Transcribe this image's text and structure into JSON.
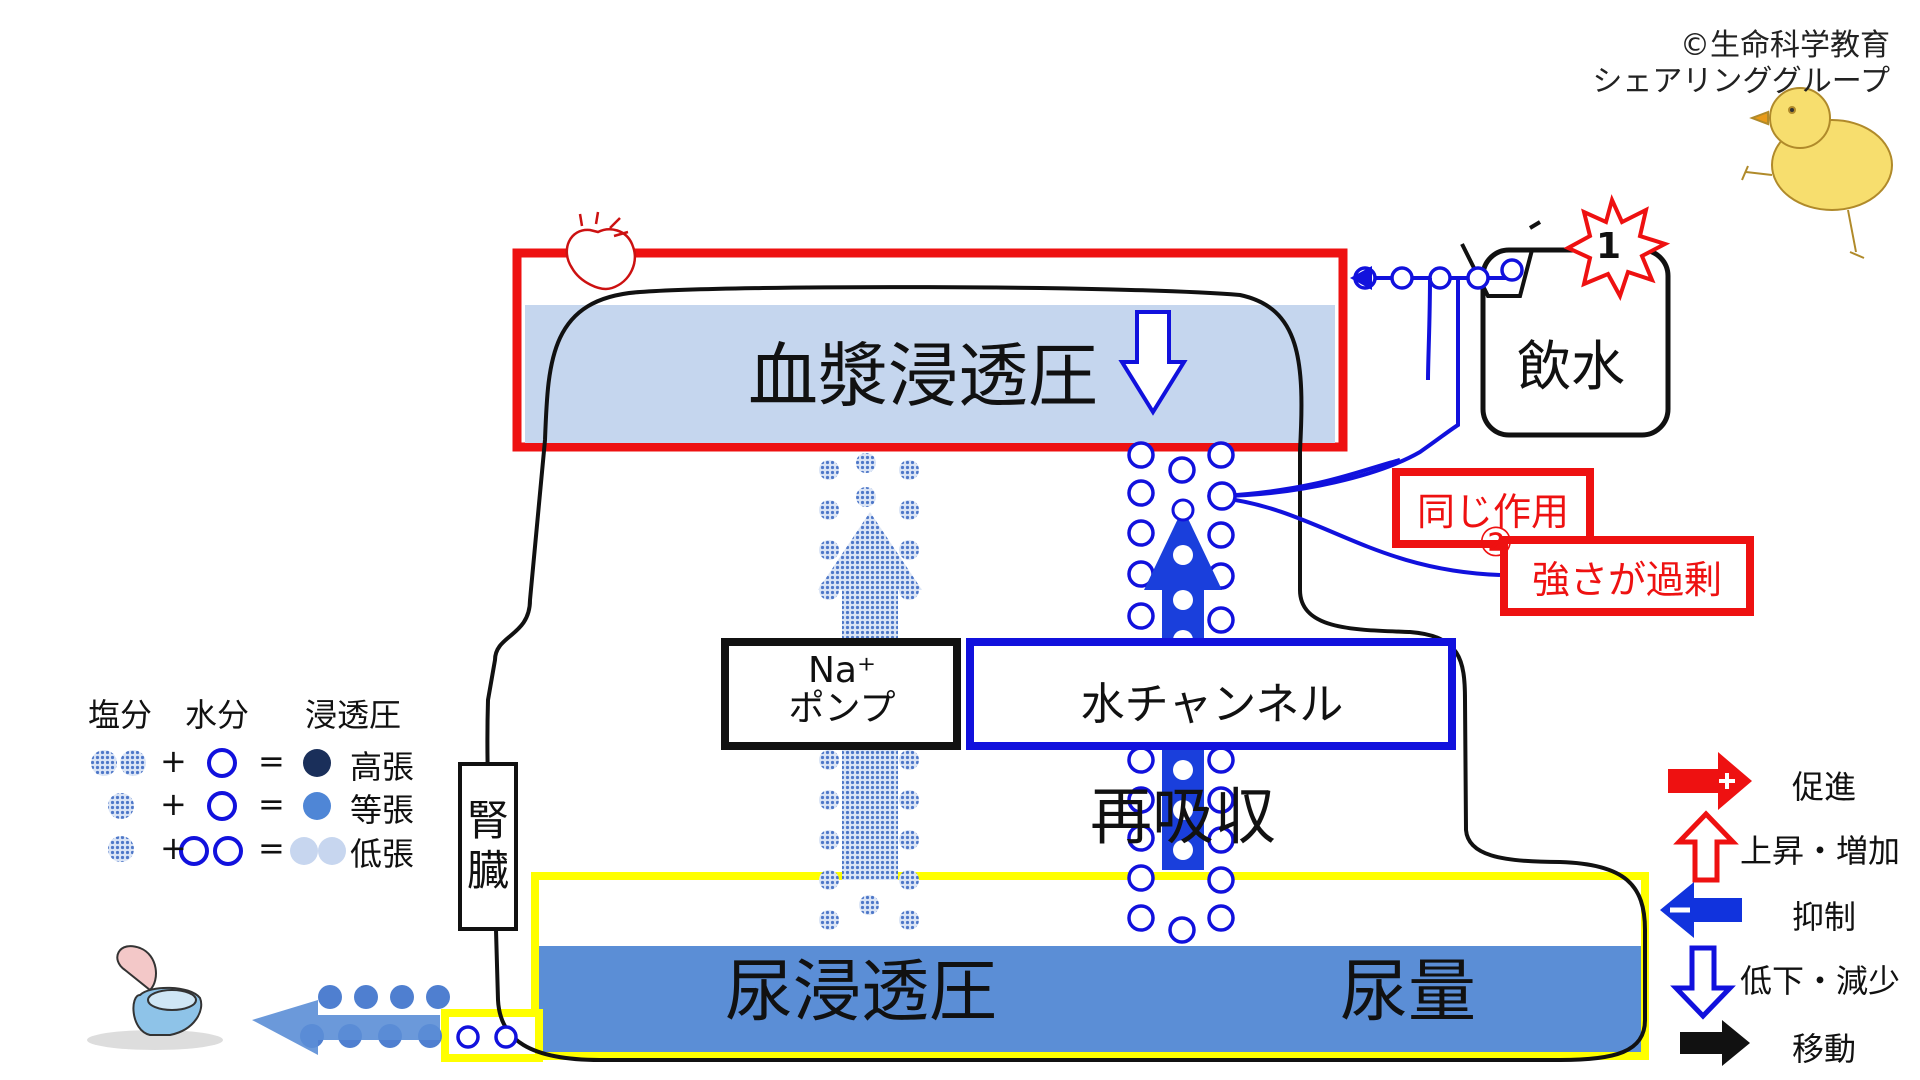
{
  "copyright": {
    "line1": "©生命科学教育",
    "line2": "シェアリンググループ"
  },
  "center": {
    "plasma_osmotic_pressure": "血漿浸透圧",
    "drinking_water": "飲水",
    "na_pump": "Na⁺ポンプ",
    "na_pump_line1": "Na⁺",
    "na_pump_line2": "ポンプ",
    "water_channel": "水チャンネル",
    "reabsorption": "再吸収",
    "kidney": "腎臓",
    "urine_osmotic_pressure": "尿浸透圧",
    "urine_volume": "尿量"
  },
  "callouts": {
    "badge_1": "1",
    "same_action": "同じ作用",
    "badge_2": "②",
    "excess_strength": "強さが過剰"
  },
  "legend_left": {
    "headers": [
      "塩分",
      "水分",
      "浸透圧"
    ],
    "rows": [
      {
        "salt_dots": 2,
        "water_dots": 1,
        "result": "高張",
        "result_color": "#1a2f5a"
      },
      {
        "salt_dots": 1,
        "water_dots": 1,
        "result": "等張",
        "result_color": "#4f86d6"
      },
      {
        "salt_dots": 1,
        "water_dots": 2,
        "result": "低張",
        "result_color": "#c7d6ef"
      }
    ],
    "plus": "+",
    "equals": "="
  },
  "legend_right": [
    {
      "icon": "red-plus-arrow-icon",
      "label": "促進"
    },
    {
      "icon": "red-up-arrow-icon",
      "label": "上昇・増加"
    },
    {
      "icon": "blue-minus-arrow-icon",
      "label": "抑制"
    },
    {
      "icon": "blue-down-arrow-icon",
      "label": "低下・減少"
    },
    {
      "icon": "black-arrow-icon",
      "label": "移動"
    }
  ],
  "colors": {
    "red": "#ee1111",
    "blue": "#1111dd",
    "plasma_fill": "#c5d6ee",
    "urine_fill": "#5b8ed6",
    "yellow": "#ffff00",
    "salt_dot": "#6a8fcf"
  }
}
